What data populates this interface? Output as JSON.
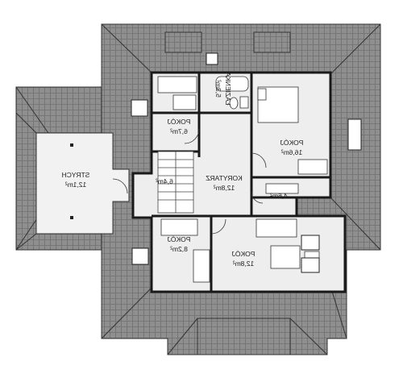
{
  "colors": {
    "roof": "#8f8f8f",
    "roof_dark": "#6f6f6f",
    "room_fill": "#eeeeee",
    "wall": "#1a1a1a",
    "furniture": "#ffffff",
    "background": "#ffffff"
  },
  "rooms": {
    "attic_left": {
      "name": "STRYCH",
      "area": "12,1m²"
    },
    "room_top": {
      "name": "POKÓJ",
      "area": "6,7m²"
    },
    "bath": {
      "name": "ŁAZIENKA",
      "area": "5,3m²"
    },
    "room_right": {
      "name": "POKÓJ",
      "area": "16,6m²"
    },
    "corridor": {
      "name": "KORYTARZ",
      "area": "12,8m²"
    },
    "stair_hall": {
      "name": "",
      "area": "6,4m²"
    },
    "small_room": {
      "name": "",
      "area": "4,6m²"
    },
    "room_bl": {
      "name": "POKÓJ",
      "area": "8,2m²"
    },
    "room_br": {
      "name": "POKÓJ",
      "area": "12,8m²"
    }
  }
}
